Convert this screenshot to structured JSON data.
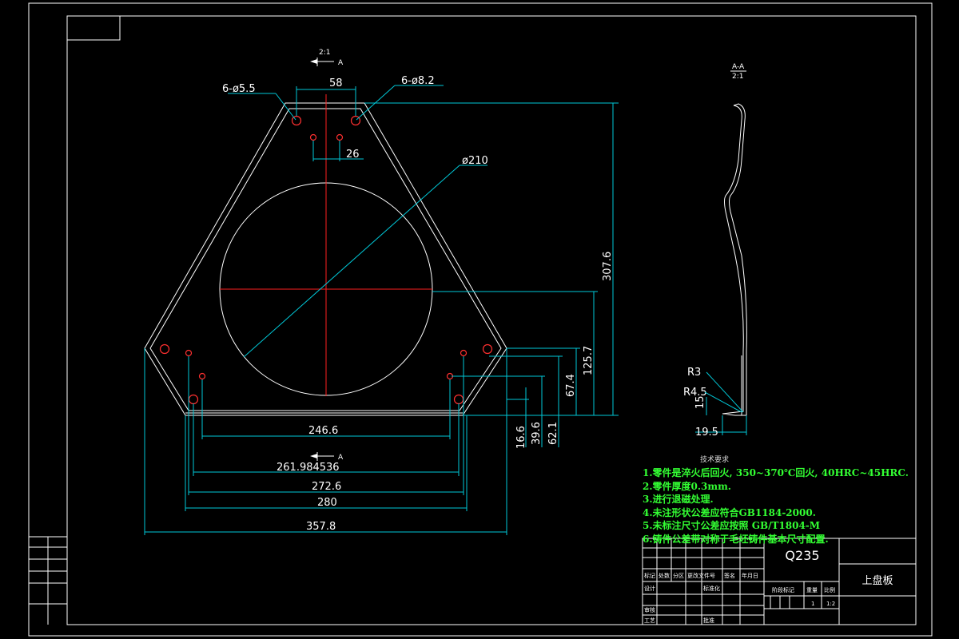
{
  "top_view": {
    "section_marks": [
      "A",
      "A"
    ],
    "scale_marks": [
      "2:1"
    ],
    "hole_callouts": [
      "6-ø5.5",
      "6-ø8.2"
    ],
    "circle_callout": "ø210",
    "dimensions": [
      "58",
      "26",
      "307.6",
      "125.7",
      "67.4",
      "62.1",
      "39.6",
      "16.6",
      "246.6",
      "261.984536",
      "272.6",
      "280",
      "357.8"
    ]
  },
  "section_view": {
    "label": "A-A",
    "scale": "2:1",
    "radius_labels": [
      "R3",
      "R4.5"
    ],
    "dimensions": [
      "15",
      "19.5"
    ]
  },
  "technical_requirements": {
    "title": "技术要求",
    "notes": [
      "1.零件是淬火后回火, 350~370℃回火, 40HRC~45HRC.",
      "2.零件厚度0.3mm.",
      "3.进行退磁处理.",
      "4.未注形状公差应符合GB1184-2000.",
      "5.未标注尺寸公差应按照 GB/T1804-M",
      "6.铸件公差带对称于毛坯铸件基本尺寸配置."
    ]
  },
  "title_block": {
    "material": "Q235",
    "part_name": "上盘板",
    "headers": [
      "标记",
      "处数",
      "分区",
      "更改文件号",
      "签名",
      "年月日"
    ],
    "roles": [
      "设计",
      "标准化",
      "审核",
      "工艺",
      "批准"
    ],
    "stage_label": "阶段标记",
    "weight_label": "重量",
    "scale_label": "比例",
    "quantity": "1",
    "scale_value": "1:2"
  }
}
